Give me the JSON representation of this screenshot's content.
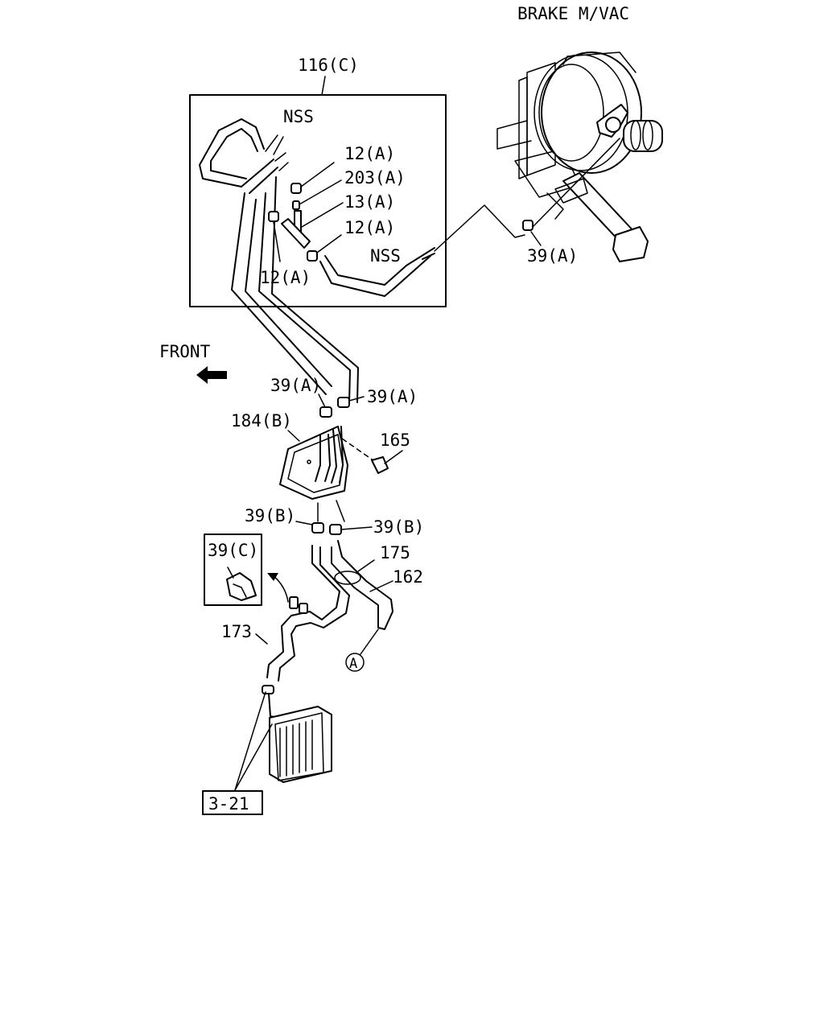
{
  "diagram": {
    "labels": {
      "brake_booster": "BRAKE M/VAC",
      "hose_assembly": "116(C)",
      "nss_upper": "NSS",
      "clip_12a_1": "12(A)",
      "valve_203a": "203(A)",
      "pipe_13a": "13(A)",
      "clip_12a_2": "12(A)",
      "nss_lower": "NSS",
      "clip_12a_3": "12(A)",
      "clip_39a_booster": "39(A)",
      "front": "FRONT",
      "clip_39a_left": "39(A)",
      "clip_39a_right": "39(A)",
      "bracket_184b": "184(B)",
      "bolt_165": "165",
      "clip_39b_left": "39(B)",
      "clip_39b_right": "39(B)",
      "clip_39c": "39(C)",
      "grommet_175": "175",
      "hose_162": "162",
      "hose_173": "173",
      "connector_a": "A",
      "reference": "3-21"
    }
  }
}
